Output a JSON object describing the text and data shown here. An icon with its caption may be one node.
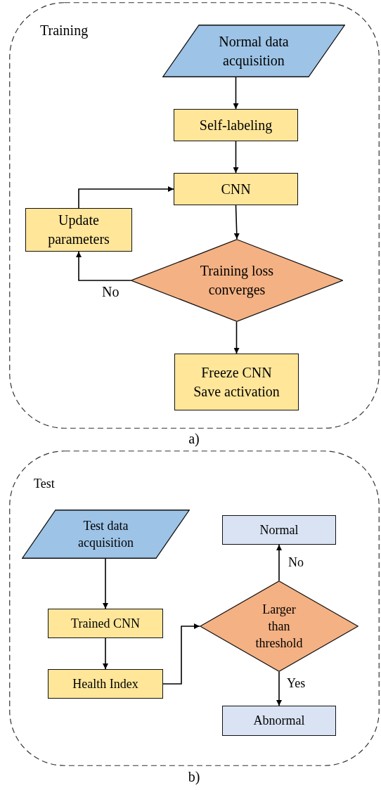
{
  "diagram": {
    "nodes": [
      {
        "text": [
          "Training"
        ],
        "beside": [
          "a)"
        ]
      },
      {
        "text": [
          "Normal data acquisition"
        ],
        "in": 0
      },
      {
        "text": [
          "Self-labeling"
        ],
        "in": 0
      },
      {
        "text": [
          "CNN"
        ],
        "in": 0
      },
      {
        "text": [
          "Update parameters"
        ],
        "in": 0
      },
      {
        "text": [
          "Training loss converges"
        ],
        "in": 0
      },
      {
        "text": [
          "Freeze CNN",
          "Save activation"
        ],
        "in": 0
      },
      {
        "text": [
          "Test"
        ],
        "beside": [
          "b)"
        ]
      },
      {
        "text": [
          "Test data acquisition"
        ],
        "in": 7
      },
      {
        "text": [
          "Trained CNN"
        ],
        "in": 7
      },
      {
        "text": [
          "Health Index"
        ],
        "in": 7
      },
      {
        "text": [
          "Larger than threshold"
        ],
        "in": 7
      },
      {
        "text": [
          "Normal"
        ],
        "in": 7
      },
      {
        "text": [
          "Abnormal"
        ],
        "in": 7
      }
    ],
    "edges": [
      {
        "from": 1,
        "to": 2,
        "arrow": "to"
      },
      {
        "from": 2,
        "to": 3,
        "arrow": "to"
      },
      {
        "from": 3,
        "to": 5,
        "arrow": "to"
      },
      {
        "from": 5,
        "to": 4,
        "arrow": "to",
        "label": "No"
      },
      {
        "from": 4,
        "to": 3,
        "arrow": "to"
      },
      {
        "from": 5,
        "to": 6,
        "arrow": "to"
      },
      {
        "from": 8,
        "to": 9,
        "arrow": "to"
      },
      {
        "from": 9,
        "to": 10,
        "arrow": "to"
      },
      {
        "from": 10,
        "to": 11,
        "arrow": "to"
      },
      {
        "from": 11,
        "to": 12,
        "arrow": "to",
        "label": "No"
      },
      {
        "from": 11,
        "to": 13,
        "arrow": "to",
        "label": "Yes"
      }
    ]
  }
}
